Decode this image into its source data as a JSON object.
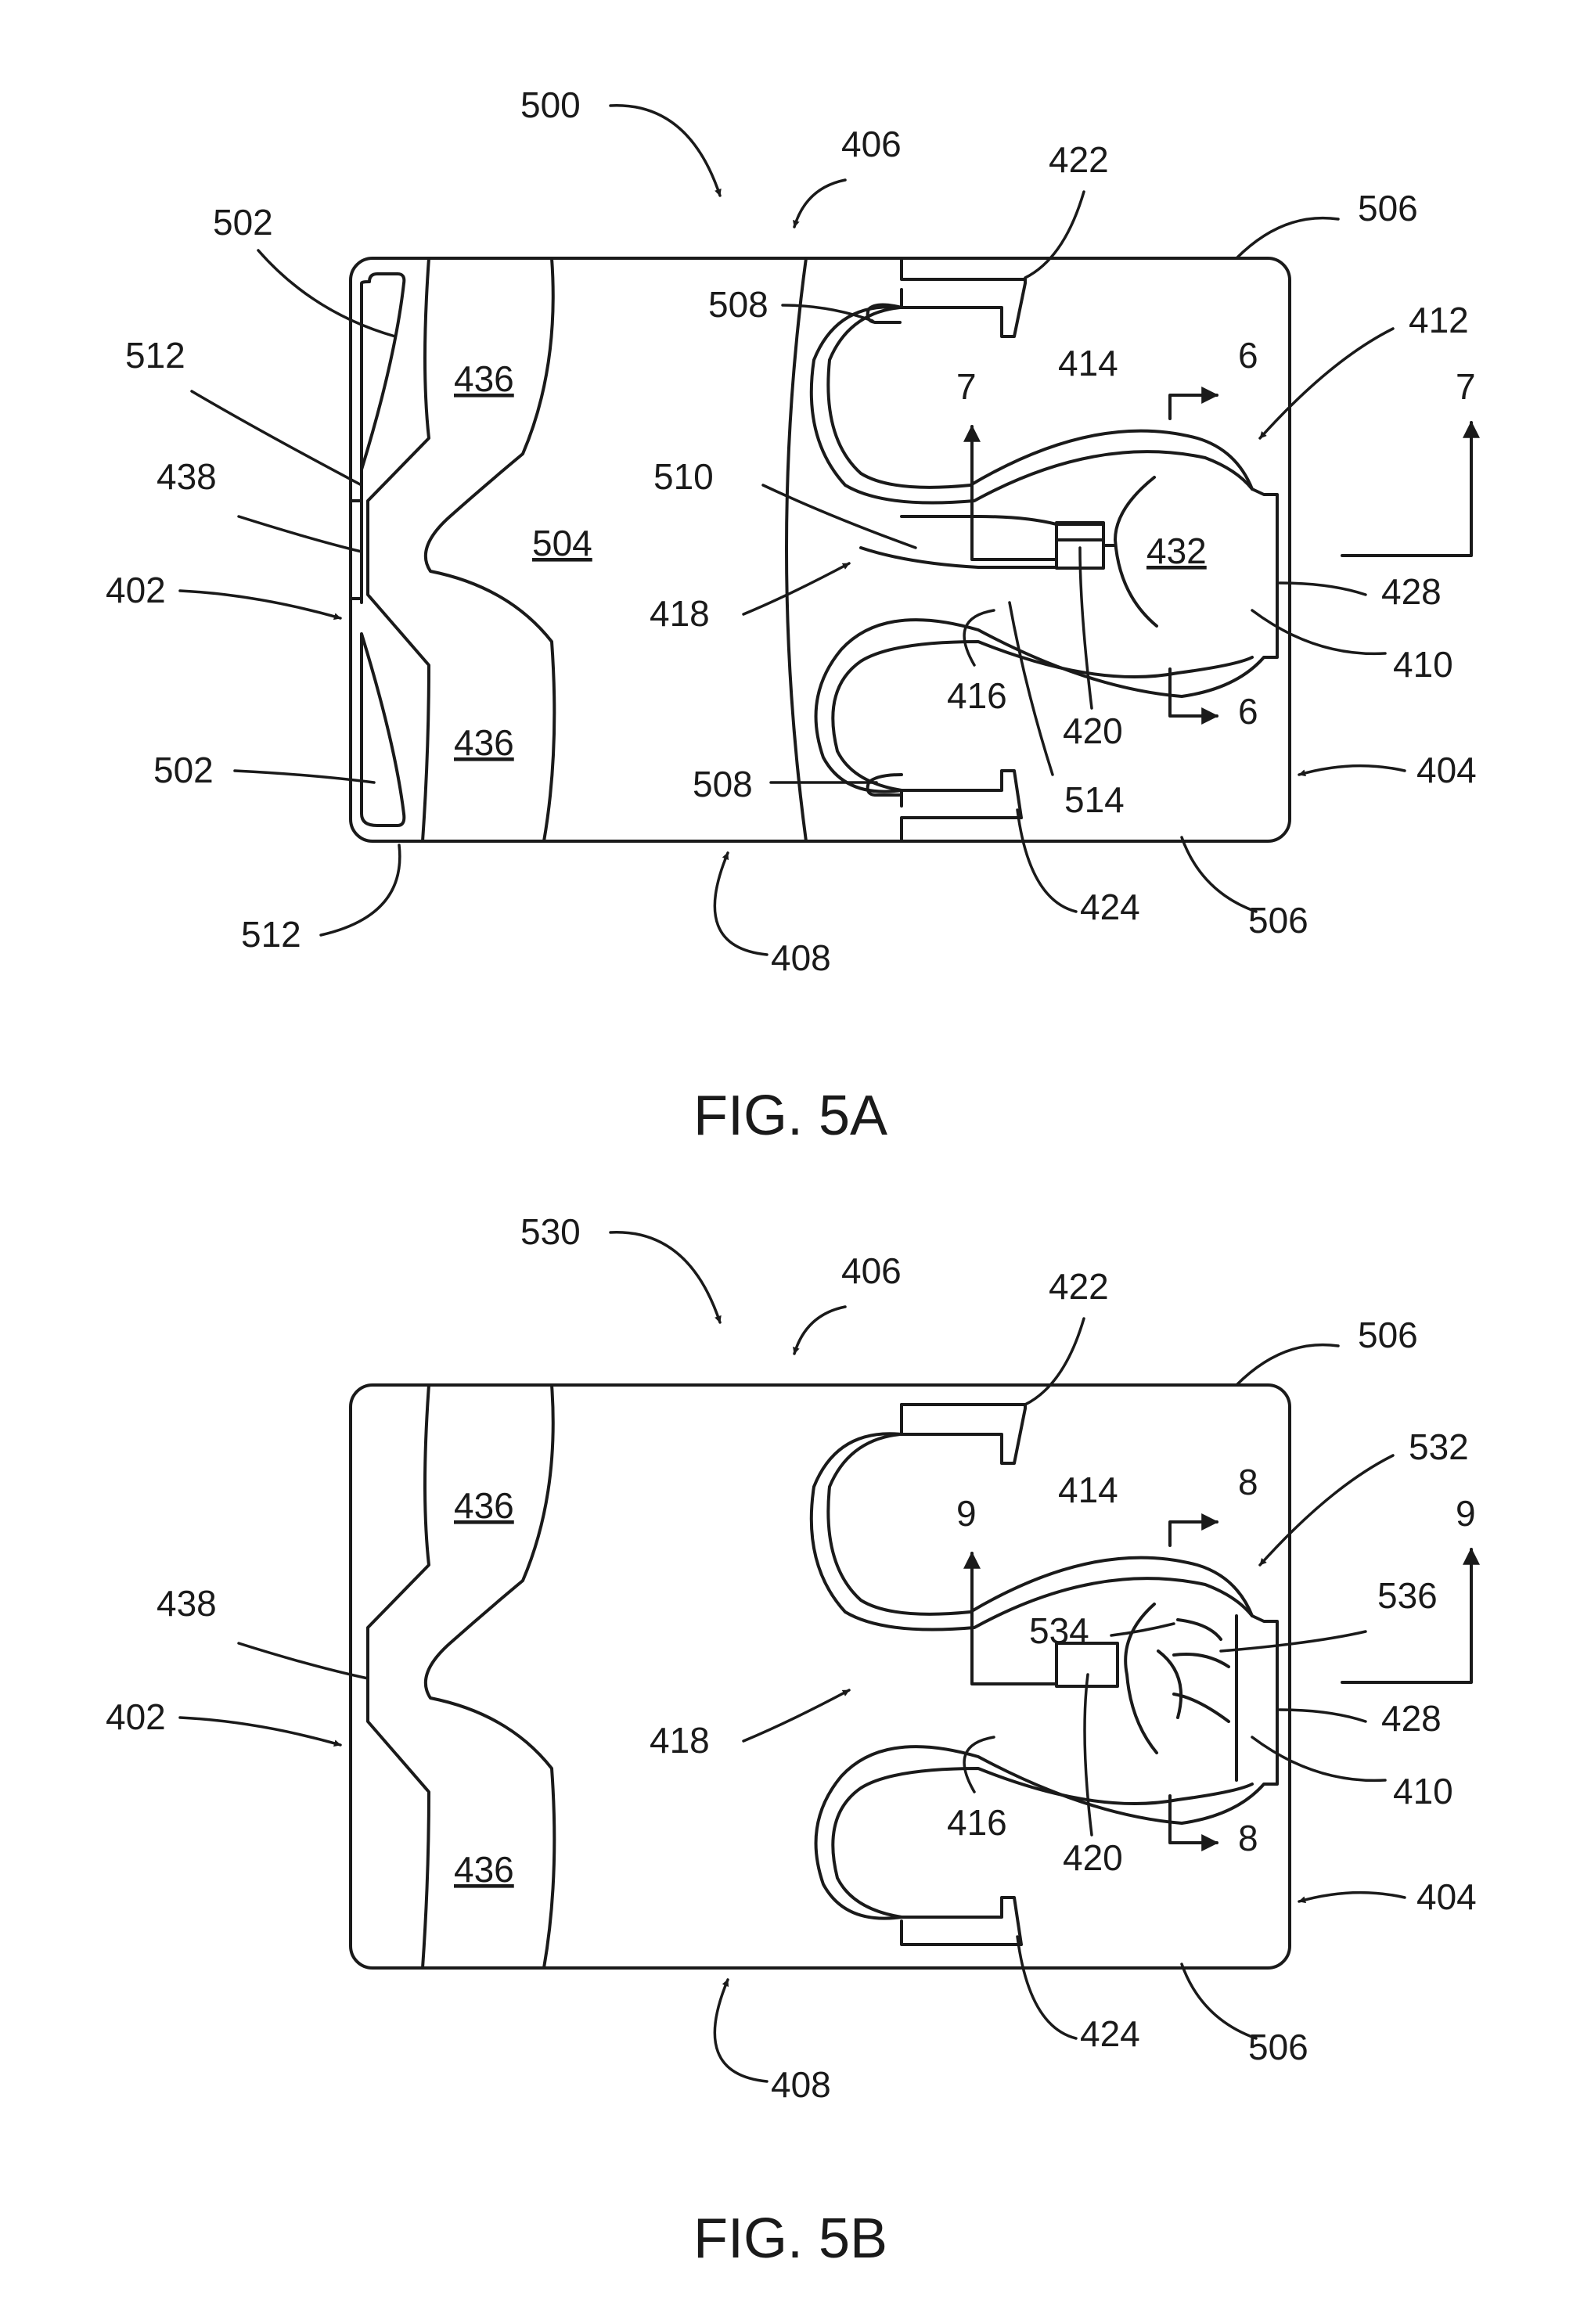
{
  "figures": [
    {
      "caption": "FIG. 5A",
      "labels": {
        "ref_500": "500",
        "ref_406": "406",
        "ref_422": "422",
        "ref_506_top": "506",
        "ref_502_top": "502",
        "ref_508_top": "508",
        "ref_412": "412",
        "ref_512_top": "512",
        "ref_414": "414",
        "ref_6_top": "6",
        "ref_7_left": "7",
        "ref_7_right": "7",
        "ref_438": "438",
        "ref_510": "510",
        "ref_504": "504",
        "ref_432": "432",
        "ref_402": "402",
        "ref_418": "418",
        "ref_428": "428",
        "ref_410": "410",
        "ref_416": "416",
        "ref_420": "420",
        "ref_6_bottom": "6",
        "ref_436_top": "436",
        "ref_436_bottom": "436",
        "ref_502_bottom": "502",
        "ref_508_bottom": "508",
        "ref_514": "514",
        "ref_404": "404",
        "ref_512_bottom": "512",
        "ref_424": "424",
        "ref_506_bottom": "506",
        "ref_408": "408"
      }
    },
    {
      "caption": "FIG. 5B",
      "labels": {
        "ref_530": "530",
        "ref_406": "406",
        "ref_422": "422",
        "ref_506_top": "506",
        "ref_532": "532",
        "ref_414": "414",
        "ref_8_top": "8",
        "ref_9_left": "9",
        "ref_9_right": "9",
        "ref_438": "438",
        "ref_534": "534",
        "ref_536": "536",
        "ref_402": "402",
        "ref_418": "418",
        "ref_428": "428",
        "ref_410": "410",
        "ref_416": "416",
        "ref_420": "420",
        "ref_8_bottom": "8",
        "ref_436_top": "436",
        "ref_436_bottom": "436",
        "ref_404": "404",
        "ref_424": "424",
        "ref_506_bottom": "506",
        "ref_408": "408"
      }
    }
  ]
}
